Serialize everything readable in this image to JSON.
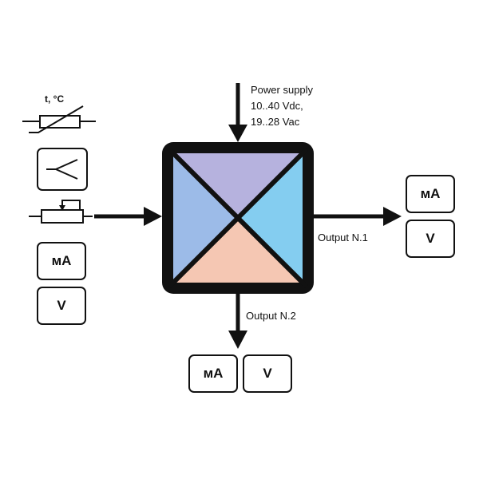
{
  "power_supply": {
    "line1": "Power supply",
    "line2": "10..40 Vdc,",
    "line3": "19..28 Vac"
  },
  "inputs": {
    "rtd_label": "t, °C",
    "current_box": "мА",
    "voltage_box": "V"
  },
  "output1": {
    "label": "Output N.1",
    "current_box": "мА",
    "voltage_box": "V"
  },
  "output2": {
    "label": "Output N.2",
    "current_box": "мА",
    "voltage_box": "V"
  },
  "colors": {
    "top_triangle": "#b6b2de",
    "left_triangle": "#9cbbe8",
    "right_triangle": "#84cdf0",
    "bottom_triangle": "#f5c7b3",
    "outline": "#111111"
  }
}
